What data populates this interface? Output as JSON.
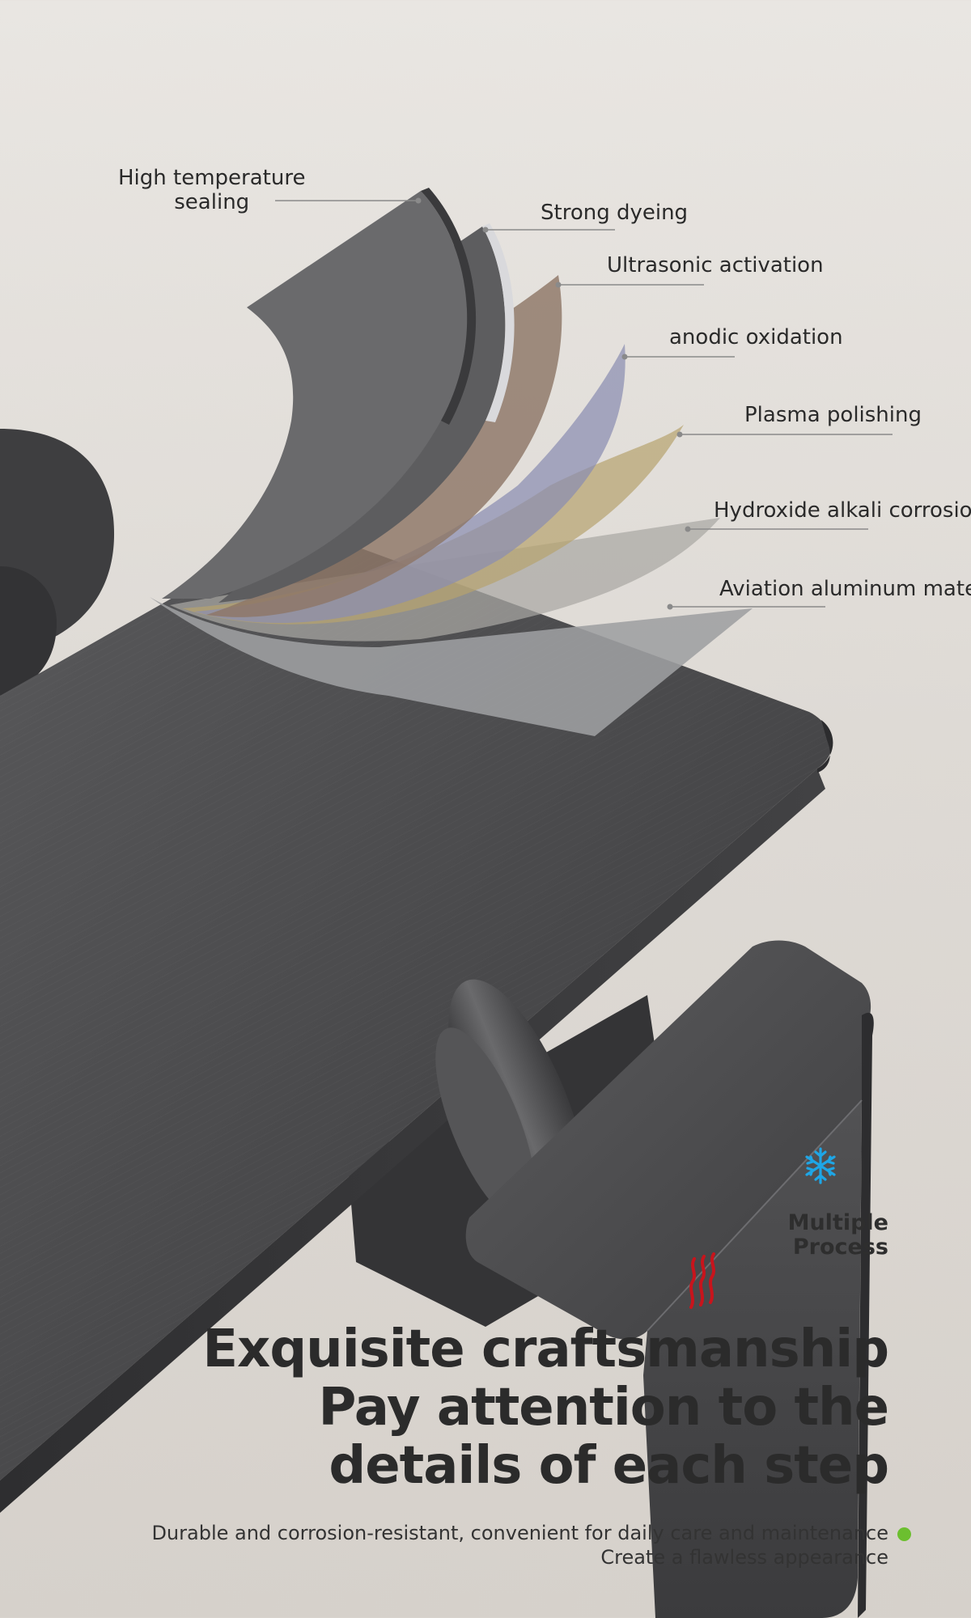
{
  "layers": [
    {
      "label": "High temperature\nsealing"
    },
    {
      "label": "Strong dyeing"
    },
    {
      "label": "Ultrasonic activation"
    },
    {
      "label": "anodic oxidation"
    },
    {
      "label": "Plasma polishing"
    },
    {
      "label": "Hydroxide alkali corrosion"
    },
    {
      "label": "Aviation aluminum material"
    }
  ],
  "badge": {
    "label_line1": "Multiple",
    "label_line2": "Process",
    "hot_icon": "heat-waves-icon",
    "cold_icon": "snowflake-icon"
  },
  "headline": {
    "line1": "Exquisite craftsmanship",
    "line2": "Pay attention to the",
    "line3": "details of each step"
  },
  "subtext": {
    "line1": "Durable and corrosion-resistant, convenient for daily care and maintenance",
    "line2": "Create a flawless appearance"
  },
  "colors": {
    "background": "#e4e0db",
    "metal": "#4a4a4c",
    "hot": "#c8141c",
    "cold": "#1ea6e6",
    "dot": "#6cbf2f"
  }
}
